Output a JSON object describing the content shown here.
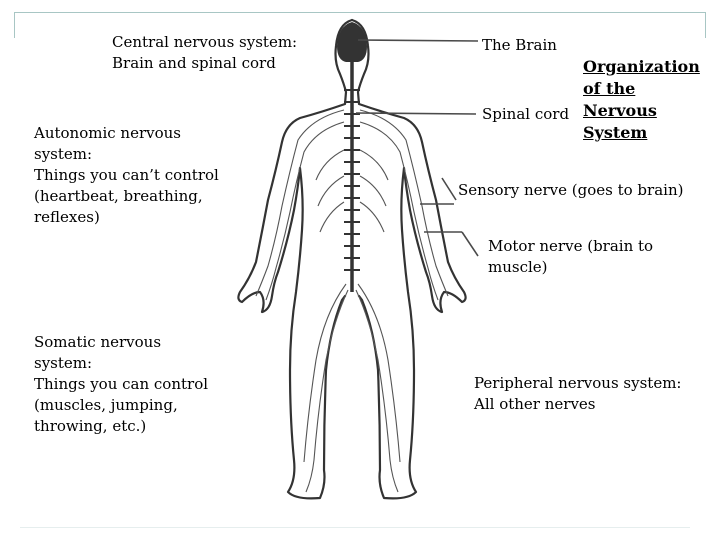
{
  "title": "Organization\nof the\nNervous\nSystem",
  "labels": {
    "central": "Central nervous system:\nBrain and spinal cord",
    "autonomic": "Autonomic nervous\nsystem:\nThings you can’t control\n(heartbeat, breathing,\nreflexes)",
    "somatic": "Somatic nervous\nsystem:\nThings you can control\n(muscles, jumping,\nthrowing, etc.)",
    "brain": "The Brain",
    "spinal_cord": "Spinal cord",
    "sensory": "Sensory nerve (goes to brain)",
    "motor": "Motor nerve (brain to\nmuscle)",
    "peripheral": "Peripheral nervous system:\nAll other nerves"
  },
  "colors": {
    "outline": "#333333",
    "nerve": "#555555",
    "brain": "#333333",
    "leader": "#4a4a4a"
  }
}
